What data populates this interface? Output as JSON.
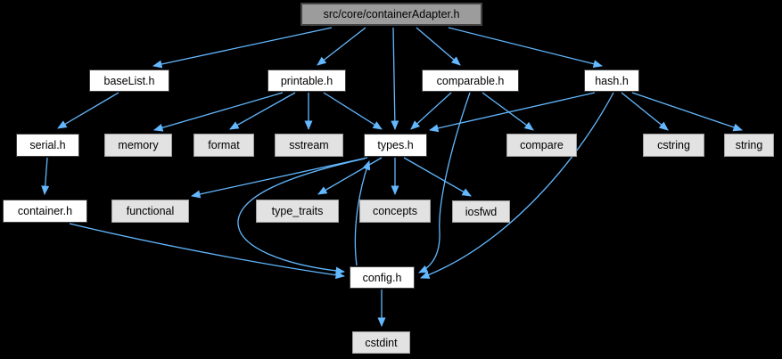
{
  "colors": {
    "background": "#000000",
    "edge": "#63B8FF",
    "root_fill": "#9C9C9C",
    "root_border": "#454545",
    "project_fill": "#FFFFFF",
    "project_border": "#3F3F3F",
    "system_fill": "#E2E2E2",
    "system_border": "#9E9E9E",
    "text": "#000000"
  },
  "graph": {
    "root": {
      "label": "src/core/containerAdapter.h",
      "kind": "root"
    },
    "nodes": {
      "baseList": {
        "label": "baseList.h",
        "kind": "project"
      },
      "printable": {
        "label": "printable.h",
        "kind": "project"
      },
      "comparable": {
        "label": "comparable.h",
        "kind": "project"
      },
      "hash": {
        "label": "hash.h",
        "kind": "project"
      },
      "serial": {
        "label": "serial.h",
        "kind": "project"
      },
      "memory": {
        "label": "memory",
        "kind": "system"
      },
      "format": {
        "label": "format",
        "kind": "system"
      },
      "sstream": {
        "label": "sstream",
        "kind": "system"
      },
      "types": {
        "label": "types.h",
        "kind": "project"
      },
      "compare": {
        "label": "compare",
        "kind": "system"
      },
      "cstring": {
        "label": "cstring",
        "kind": "system"
      },
      "string": {
        "label": "string",
        "kind": "system"
      },
      "container": {
        "label": "container.h",
        "kind": "project"
      },
      "functional": {
        "label": "functional",
        "kind": "system"
      },
      "type_traits": {
        "label": "type_traits",
        "kind": "system"
      },
      "concepts": {
        "label": "concepts",
        "kind": "system"
      },
      "iosfwd": {
        "label": "iosfwd",
        "kind": "system"
      },
      "config": {
        "label": "config.h",
        "kind": "project"
      },
      "cstdint": {
        "label": "cstdint",
        "kind": "system"
      }
    },
    "edges": [
      {
        "from": "src/core/containerAdapter.h",
        "to": "baseList.h"
      },
      {
        "from": "src/core/containerAdapter.h",
        "to": "printable.h"
      },
      {
        "from": "src/core/containerAdapter.h",
        "to": "types.h"
      },
      {
        "from": "src/core/containerAdapter.h",
        "to": "comparable.h"
      },
      {
        "from": "src/core/containerAdapter.h",
        "to": "hash.h"
      },
      {
        "from": "baseList.h",
        "to": "serial.h"
      },
      {
        "from": "printable.h",
        "to": "memory"
      },
      {
        "from": "printable.h",
        "to": "format"
      },
      {
        "from": "printable.h",
        "to": "sstream"
      },
      {
        "from": "printable.h",
        "to": "types.h"
      },
      {
        "from": "comparable.h",
        "to": "types.h"
      },
      {
        "from": "comparable.h",
        "to": "compare"
      },
      {
        "from": "comparable.h",
        "to": "config.h"
      },
      {
        "from": "hash.h",
        "to": "types.h"
      },
      {
        "from": "hash.h",
        "to": "cstring"
      },
      {
        "from": "hash.h",
        "to": "string"
      },
      {
        "from": "hash.h",
        "to": "config.h"
      },
      {
        "from": "serial.h",
        "to": "container.h"
      },
      {
        "from": "types.h",
        "to": "functional"
      },
      {
        "from": "types.h",
        "to": "type_traits"
      },
      {
        "from": "types.h",
        "to": "concepts"
      },
      {
        "from": "types.h",
        "to": "iosfwd"
      },
      {
        "from": "types.h",
        "to": "config.h"
      },
      {
        "from": "config.h",
        "to": "types.h"
      },
      {
        "from": "container.h",
        "to": "config.h"
      },
      {
        "from": "config.h",
        "to": "cstdint"
      }
    ]
  }
}
